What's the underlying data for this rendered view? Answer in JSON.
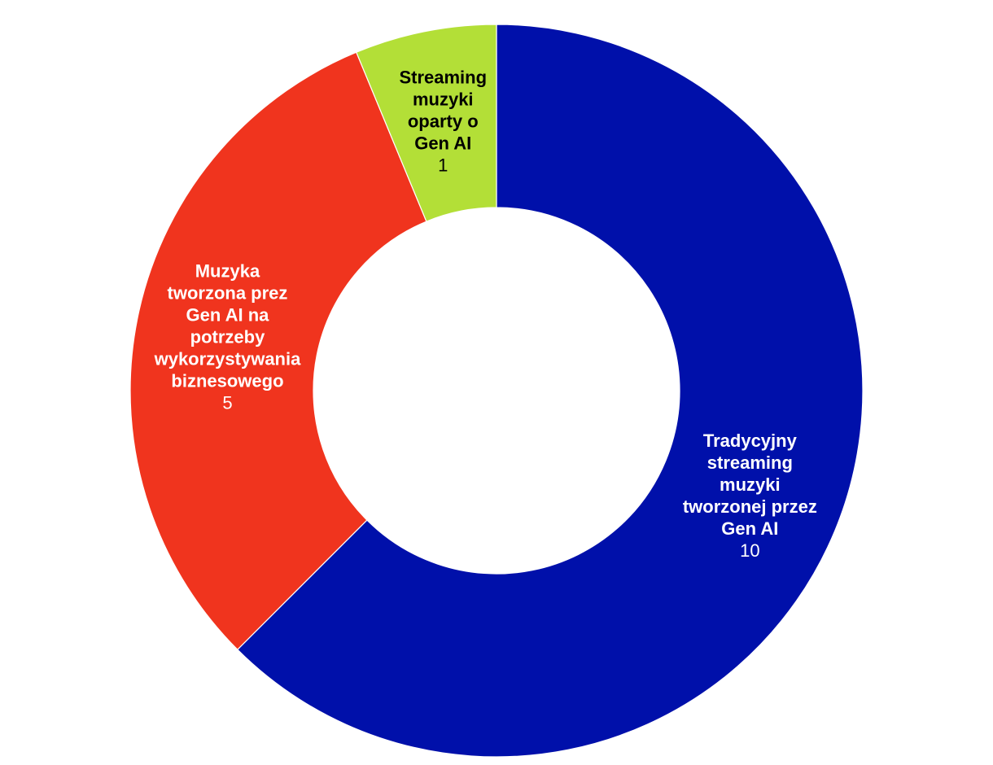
{
  "chart_data": {
    "type": "pie",
    "subtype": "donut",
    "title": "",
    "start": "top",
    "direction": "clockwise",
    "slices": [
      {
        "label_lines": [
          "Tradycyjny",
          "streaming",
          "muzyki",
          "tworzonej przez",
          "Gen AI"
        ],
        "value": 10,
        "value_label": "10",
        "color": "#0010AA",
        "text_color": "#ffffff"
      },
      {
        "label_lines": [
          "Muzyka",
          "tworzona prez",
          "Gen AI na",
          "potrzeby",
          "wykorzystywania",
          "biznesowego"
        ],
        "value": 5,
        "value_label": "5",
        "color": "#F0341E",
        "text_color": "#ffffff"
      },
      {
        "label_lines": [
          "Streaming",
          "muzyki",
          "oparty o",
          "Gen AI"
        ],
        "value": 1,
        "value_label": "1",
        "color": "#B3DF37",
        "text_color": "#000000"
      }
    ]
  }
}
